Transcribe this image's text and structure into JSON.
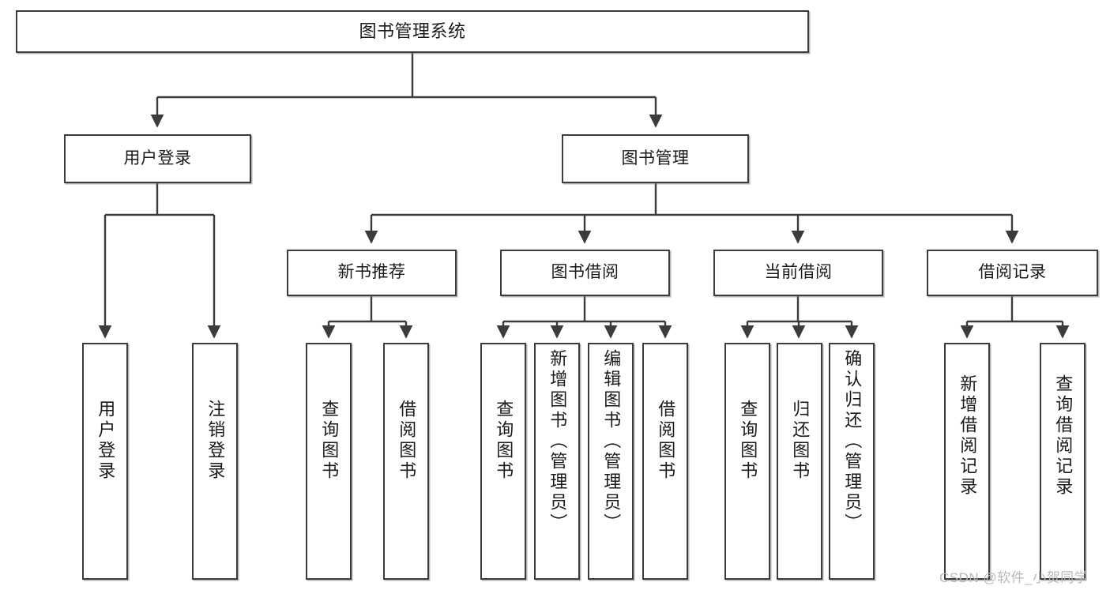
{
  "diagram": {
    "title": "图书管理系统",
    "type": "hierarchy-tree",
    "stroke_color": "#3b3b3b",
    "fill_color": "#ffffff",
    "text_color": "#1a1a1a",
    "root": {
      "label": "图书管理系统"
    },
    "level2": [
      {
        "label": "用户登录"
      },
      {
        "label": "图书管理"
      }
    ],
    "level3": [
      {
        "label": "新书推荐"
      },
      {
        "label": "图书借阅"
      },
      {
        "label": "当前借阅"
      },
      {
        "label": "借阅记录"
      }
    ],
    "leaves": {
      "user_login": [
        {
          "label": "用户登录"
        },
        {
          "label": "注销登录"
        }
      ],
      "new_book_recommend": [
        {
          "label": "查询图书"
        },
        {
          "label": "借阅图书"
        }
      ],
      "book_borrow": [
        {
          "label": "查询图书"
        },
        {
          "label": "新增图书（管理员）"
        },
        {
          "label": "编辑图书（管理员）"
        },
        {
          "label": "借阅图书"
        }
      ],
      "current_borrow": [
        {
          "label": "查询图书"
        },
        {
          "label": "归还图书"
        },
        {
          "label": "确认归还（管理员）"
        }
      ],
      "borrow_record": [
        {
          "label": "新增借阅记录"
        },
        {
          "label": "查询借阅记录"
        }
      ]
    }
  },
  "watermark": {
    "text": "CSDN @软件_小贺同学",
    "color": "#b9b9b9"
  }
}
